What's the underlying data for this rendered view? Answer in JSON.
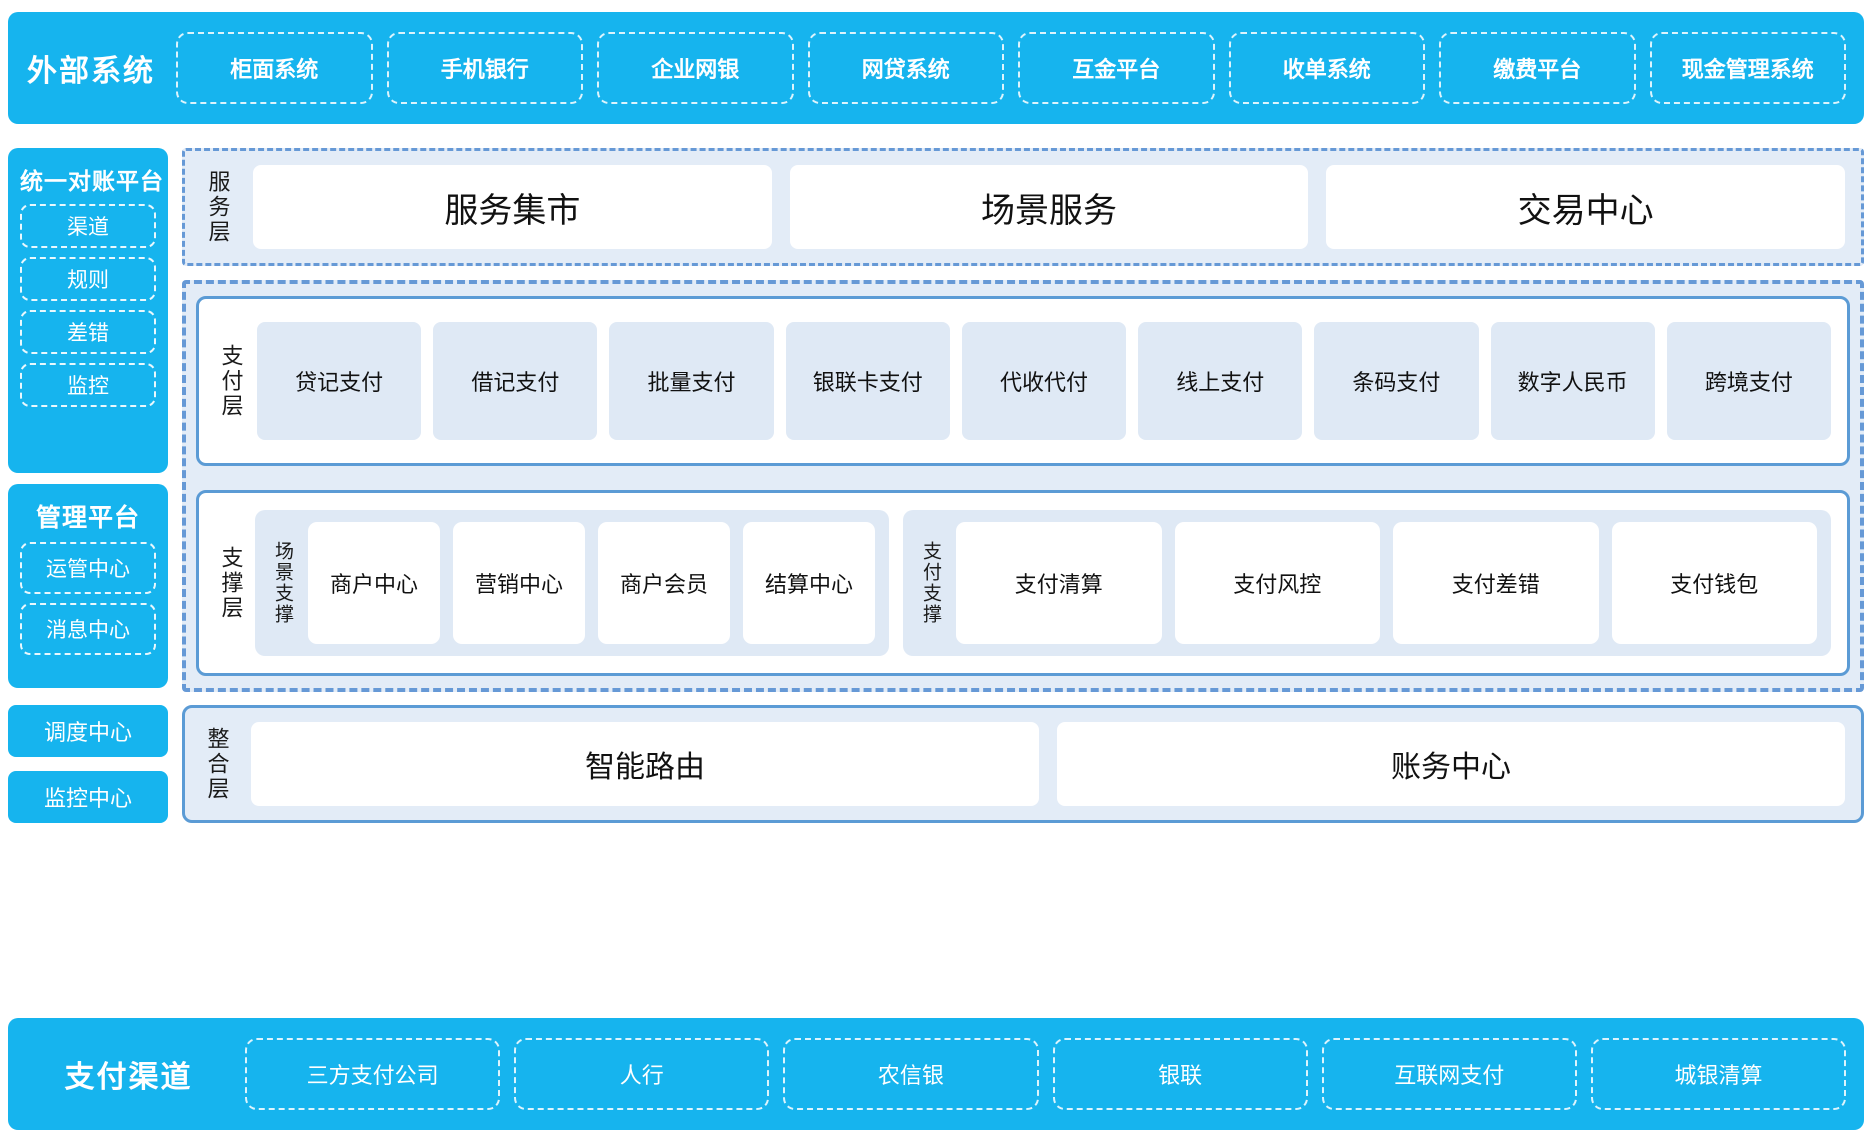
{
  "external": {
    "title": "外部系统",
    "items": [
      "柜面系统",
      "手机银行",
      "企业网银",
      "网贷系统",
      "互金平台",
      "收单系统",
      "缴费平台",
      "现金管理系统"
    ]
  },
  "sidebar": {
    "reconciliation": {
      "title": "统一对账平台",
      "items": [
        "渠道",
        "规则",
        "差错",
        "监控"
      ]
    },
    "management": {
      "title": "管理平台",
      "items": [
        "运管中心",
        "消息中心"
      ]
    },
    "standalone": [
      "调度中心",
      "监控中心"
    ]
  },
  "service_layer": {
    "label": "服务层",
    "cards": [
      "服务集市",
      "场景服务",
      "交易中心"
    ]
  },
  "payment_layer": {
    "label": "支付层",
    "cells": [
      "贷记支付",
      "借记支付",
      "批量支付",
      "银联卡支付",
      "代收代付",
      "线上支付",
      "条码支付",
      "数字人民币",
      "跨境支付"
    ]
  },
  "support_layer": {
    "label": "支撑层",
    "groups": [
      {
        "label": "场景支撑",
        "cells": [
          "商户中心",
          "营销中心",
          "商户会员",
          "结算中心"
        ]
      },
      {
        "label": "支付支撑",
        "cells": [
          "支付清算",
          "支付风控",
          "支付差错",
          "支付钱包"
        ]
      }
    ]
  },
  "integration_layer": {
    "label": "整合层",
    "cards": [
      "智能路由",
      "账务中心"
    ]
  },
  "channels": {
    "title": "支付渠道",
    "items": [
      "三方支付公司",
      "人行",
      "农信银",
      "银联",
      "互联网支付",
      "城银清算"
    ]
  },
  "colors": {
    "cyan": "#16b4ee",
    "panel_border": "#5b9bd5",
    "dash_border": "#6699d6",
    "light_fill": "#dfe9f5",
    "wrap_fill": "#e3ecf7"
  }
}
